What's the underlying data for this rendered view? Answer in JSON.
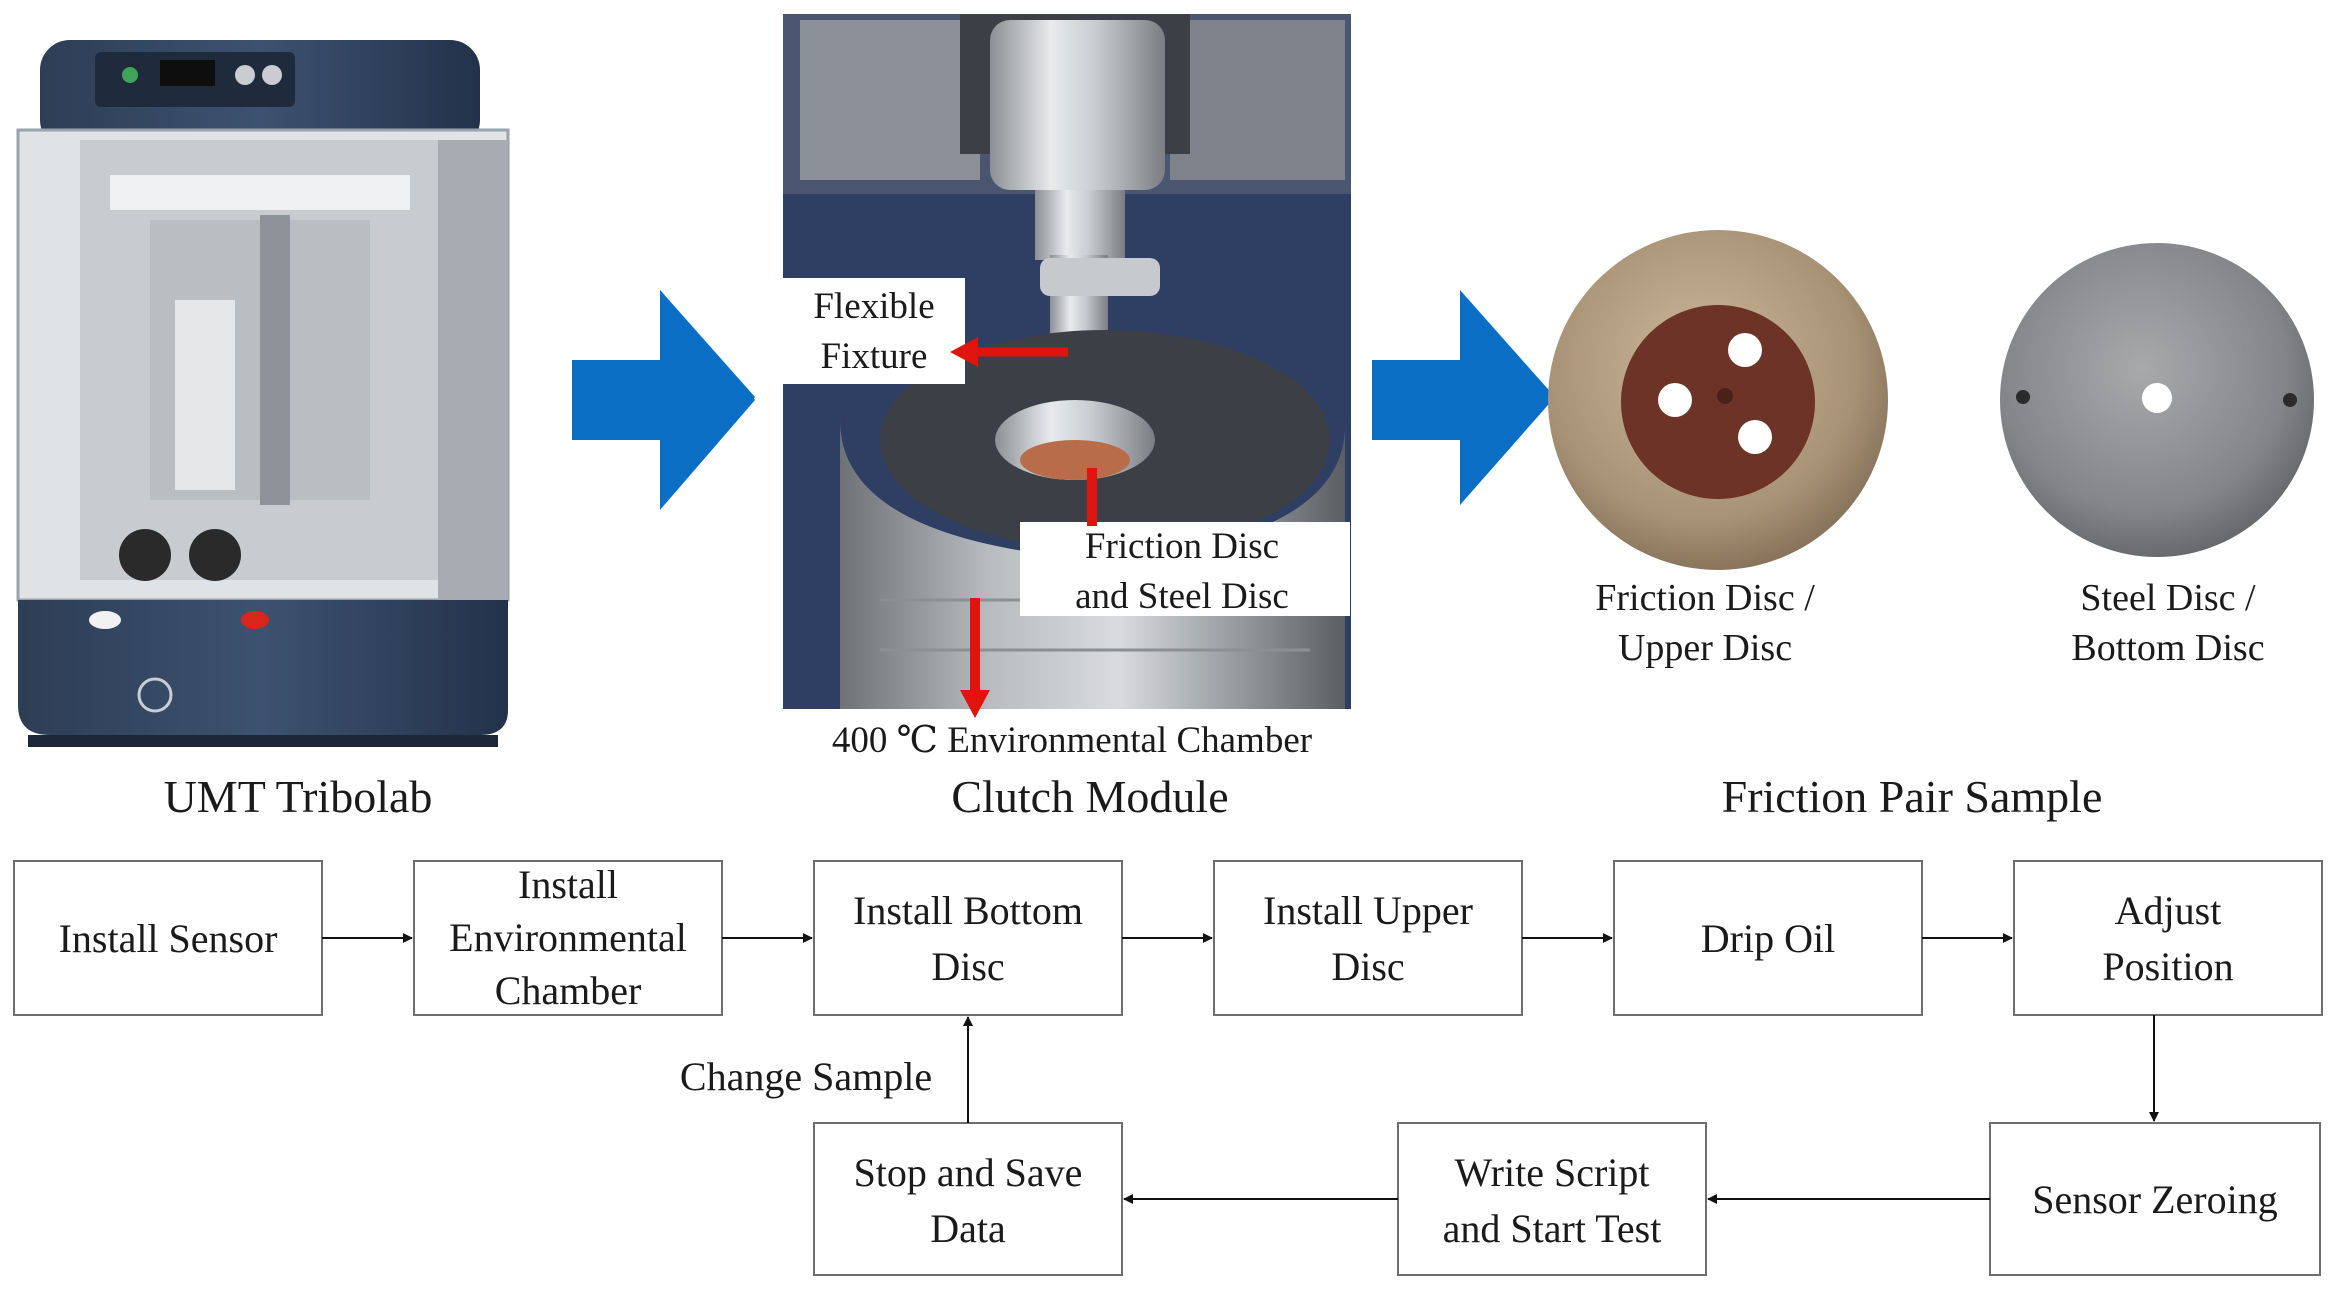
{
  "images": {
    "machine": {
      "caption": "UMT Tribolab"
    },
    "clutch": {
      "caption": "Clutch Module",
      "callouts": {
        "flexible_fixture": [
          "Flexible",
          "Fixture"
        ],
        "friction_steel": [
          "Friction Disc",
          "and Steel Disc"
        ],
        "chamber": "400 ℃ Environmental Chamber"
      }
    },
    "samples": {
      "caption": "Friction Pair Sample",
      "friction_disc": [
        "Friction Disc /",
        "Upper Disc"
      ],
      "steel_disc": [
        "Steel Disc /",
        "Bottom Disc"
      ]
    }
  },
  "flowchart": {
    "steps": {
      "install_sensor": [
        "Install Sensor"
      ],
      "install_chamber": [
        "Install",
        "Environmental",
        "Chamber"
      ],
      "install_bottom": [
        "Install Bottom",
        "Disc"
      ],
      "install_upper": [
        "Install Upper",
        "Disc"
      ],
      "drip_oil": [
        "Drip Oil"
      ],
      "adjust_position": [
        "Adjust",
        "Position"
      ],
      "sensor_zeroing": [
        "Sensor Zeroing"
      ],
      "write_script": [
        "Write Script",
        "and Start Test"
      ],
      "stop_save": [
        "Stop and Save",
        "Data"
      ]
    },
    "loop_label": "Change Sample"
  },
  "colors": {
    "arrow_blue": "#0a6fc4",
    "callout_red": "#e0140e",
    "box_stroke": "#6e6e6e"
  }
}
